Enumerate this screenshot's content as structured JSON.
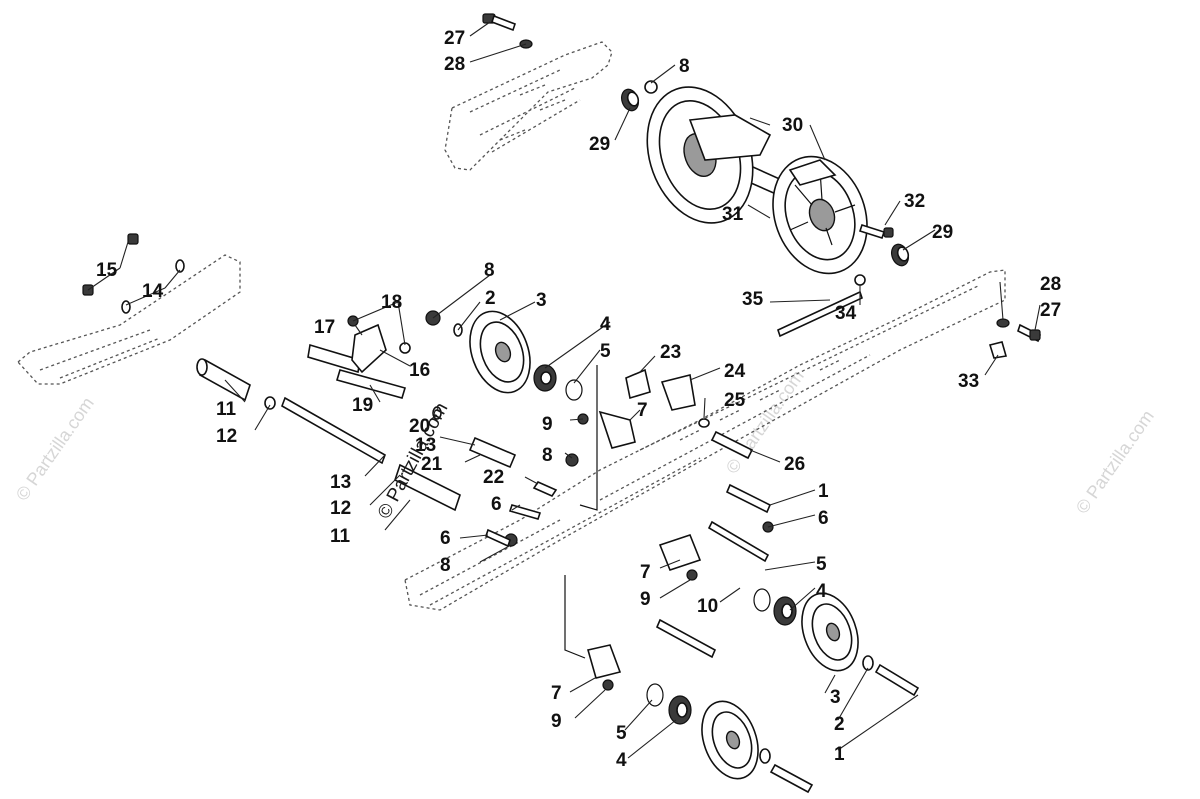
{
  "diagram": {
    "watermark_text": "© Partzilla.com",
    "callouts": [
      {
        "id": "c27a",
        "text": "27"
      },
      {
        "id": "c28a",
        "text": "28"
      },
      {
        "id": "c8a",
        "text": "8"
      },
      {
        "id": "c30",
        "text": "30"
      },
      {
        "id": "c29a",
        "text": "29"
      },
      {
        "id": "c31",
        "text": "31"
      },
      {
        "id": "c32",
        "text": "32"
      },
      {
        "id": "c29b",
        "text": "29"
      },
      {
        "id": "c28b",
        "text": "28"
      },
      {
        "id": "c27b",
        "text": "27"
      },
      {
        "id": "c35",
        "text": "35"
      },
      {
        "id": "c34",
        "text": "34"
      },
      {
        "id": "c33",
        "text": "33"
      },
      {
        "id": "c15",
        "text": "15"
      },
      {
        "id": "c14",
        "text": "14"
      },
      {
        "id": "c8b",
        "text": "8"
      },
      {
        "id": "c2a",
        "text": "2"
      },
      {
        "id": "c3a",
        "text": "3"
      },
      {
        "id": "c18",
        "text": "18"
      },
      {
        "id": "c17",
        "text": "17"
      },
      {
        "id": "c16",
        "text": "16"
      },
      {
        "id": "c4a",
        "text": "4"
      },
      {
        "id": "c5a",
        "text": "5"
      },
      {
        "id": "c23",
        "text": "23"
      },
      {
        "id": "c24",
        "text": "24"
      },
      {
        "id": "c25",
        "text": "25"
      },
      {
        "id": "c7a",
        "text": "7"
      },
      {
        "id": "c9a",
        "text": "9"
      },
      {
        "id": "c8c",
        "text": "8"
      },
      {
        "id": "c26",
        "text": "26"
      },
      {
        "id": "c11a",
        "text": "11"
      },
      {
        "id": "c12a",
        "text": "12"
      },
      {
        "id": "c19",
        "text": "19"
      },
      {
        "id": "c20",
        "text": "20"
      },
      {
        "id": "c13a",
        "text": "13"
      },
      {
        "id": "c21",
        "text": "21"
      },
      {
        "id": "c22",
        "text": "22"
      },
      {
        "id": "c6a",
        "text": "6"
      },
      {
        "id": "c1a",
        "text": "1"
      },
      {
        "id": "c6b",
        "text": "6"
      },
      {
        "id": "c13b",
        "text": "13"
      },
      {
        "id": "c12b",
        "text": "12"
      },
      {
        "id": "c11b",
        "text": "11"
      },
      {
        "id": "c6c",
        "text": "6"
      },
      {
        "id": "c8d",
        "text": "8"
      },
      {
        "id": "c5b",
        "text": "5"
      },
      {
        "id": "c7b",
        "text": "7"
      },
      {
        "id": "c4b",
        "text": "4"
      },
      {
        "id": "c9b",
        "text": "9"
      },
      {
        "id": "c10",
        "text": "10"
      },
      {
        "id": "c3b",
        "text": "3"
      },
      {
        "id": "c7c",
        "text": "7"
      },
      {
        "id": "c9c",
        "text": "9"
      },
      {
        "id": "c2b",
        "text": "2"
      },
      {
        "id": "c5c",
        "text": "5"
      },
      {
        "id": "c4c",
        "text": "4"
      },
      {
        "id": "c1b",
        "text": "1"
      }
    ]
  }
}
